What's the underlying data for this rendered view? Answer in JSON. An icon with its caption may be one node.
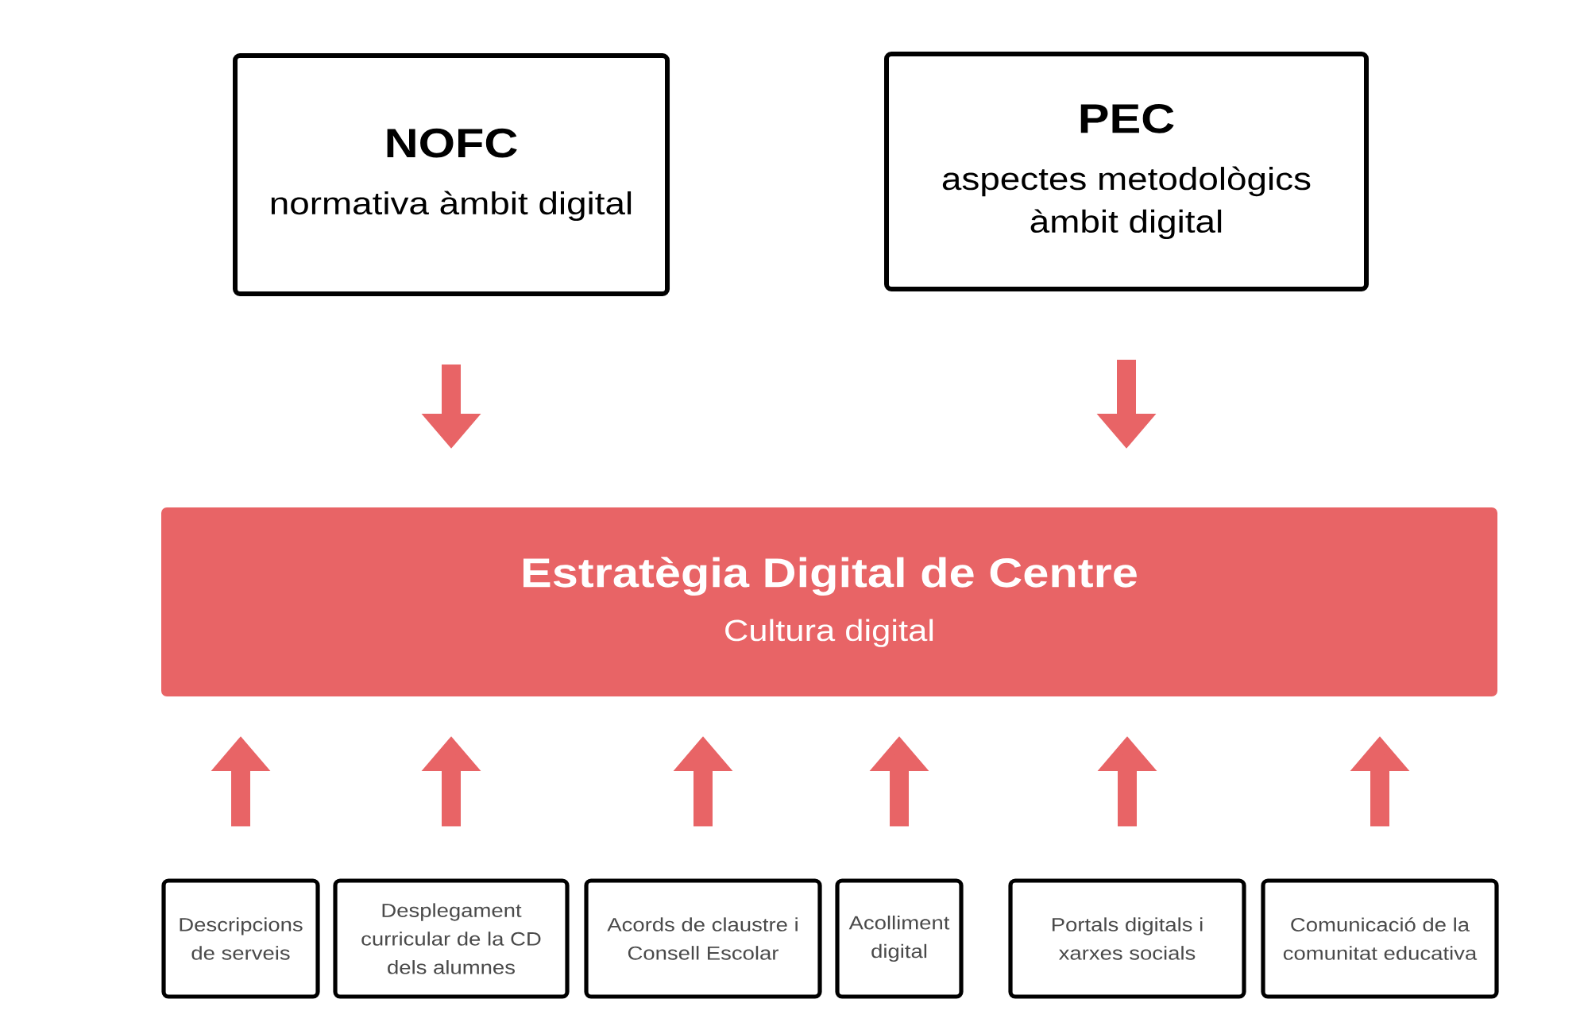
{
  "diagram": {
    "nodes": [
      {
        "text": [
          "NOFC",
          "normativa àmbit digital"
        ]
      },
      {
        "text": [
          "PEC",
          "aspectes metodològics àmbit digital"
        ]
      },
      {
        "text": [
          "Estratègia Digital de Centre",
          "Cultura digital"
        ]
      },
      {
        "text": [
          "Descripcions de serveis"
        ]
      },
      {
        "text": [
          "Desplegament curricular de la CD dels alumnes"
        ]
      },
      {
        "text": [
          "Acords de claustre i Consell Escolar"
        ]
      },
      {
        "text": [
          "Acolliment digital"
        ]
      },
      {
        "text": [
          "Portals digitals i xarxes socials"
        ]
      },
      {
        "text": [
          "Comunicació de la comunitat educativa"
        ]
      }
    ],
    "edges": [
      {
        "from": 0,
        "to": 2,
        "arrow": "to"
      },
      {
        "from": 1,
        "to": 2,
        "arrow": "to"
      },
      {
        "from": 3,
        "to": 2,
        "arrow": "to"
      },
      {
        "from": 4,
        "to": 2,
        "arrow": "to"
      },
      {
        "from": 5,
        "to": 2,
        "arrow": "to"
      },
      {
        "from": 6,
        "to": 2,
        "arrow": "to"
      },
      {
        "from": 7,
        "to": 2,
        "arrow": "to"
      },
      {
        "from": 8,
        "to": 2,
        "arrow": "to"
      }
    ]
  }
}
